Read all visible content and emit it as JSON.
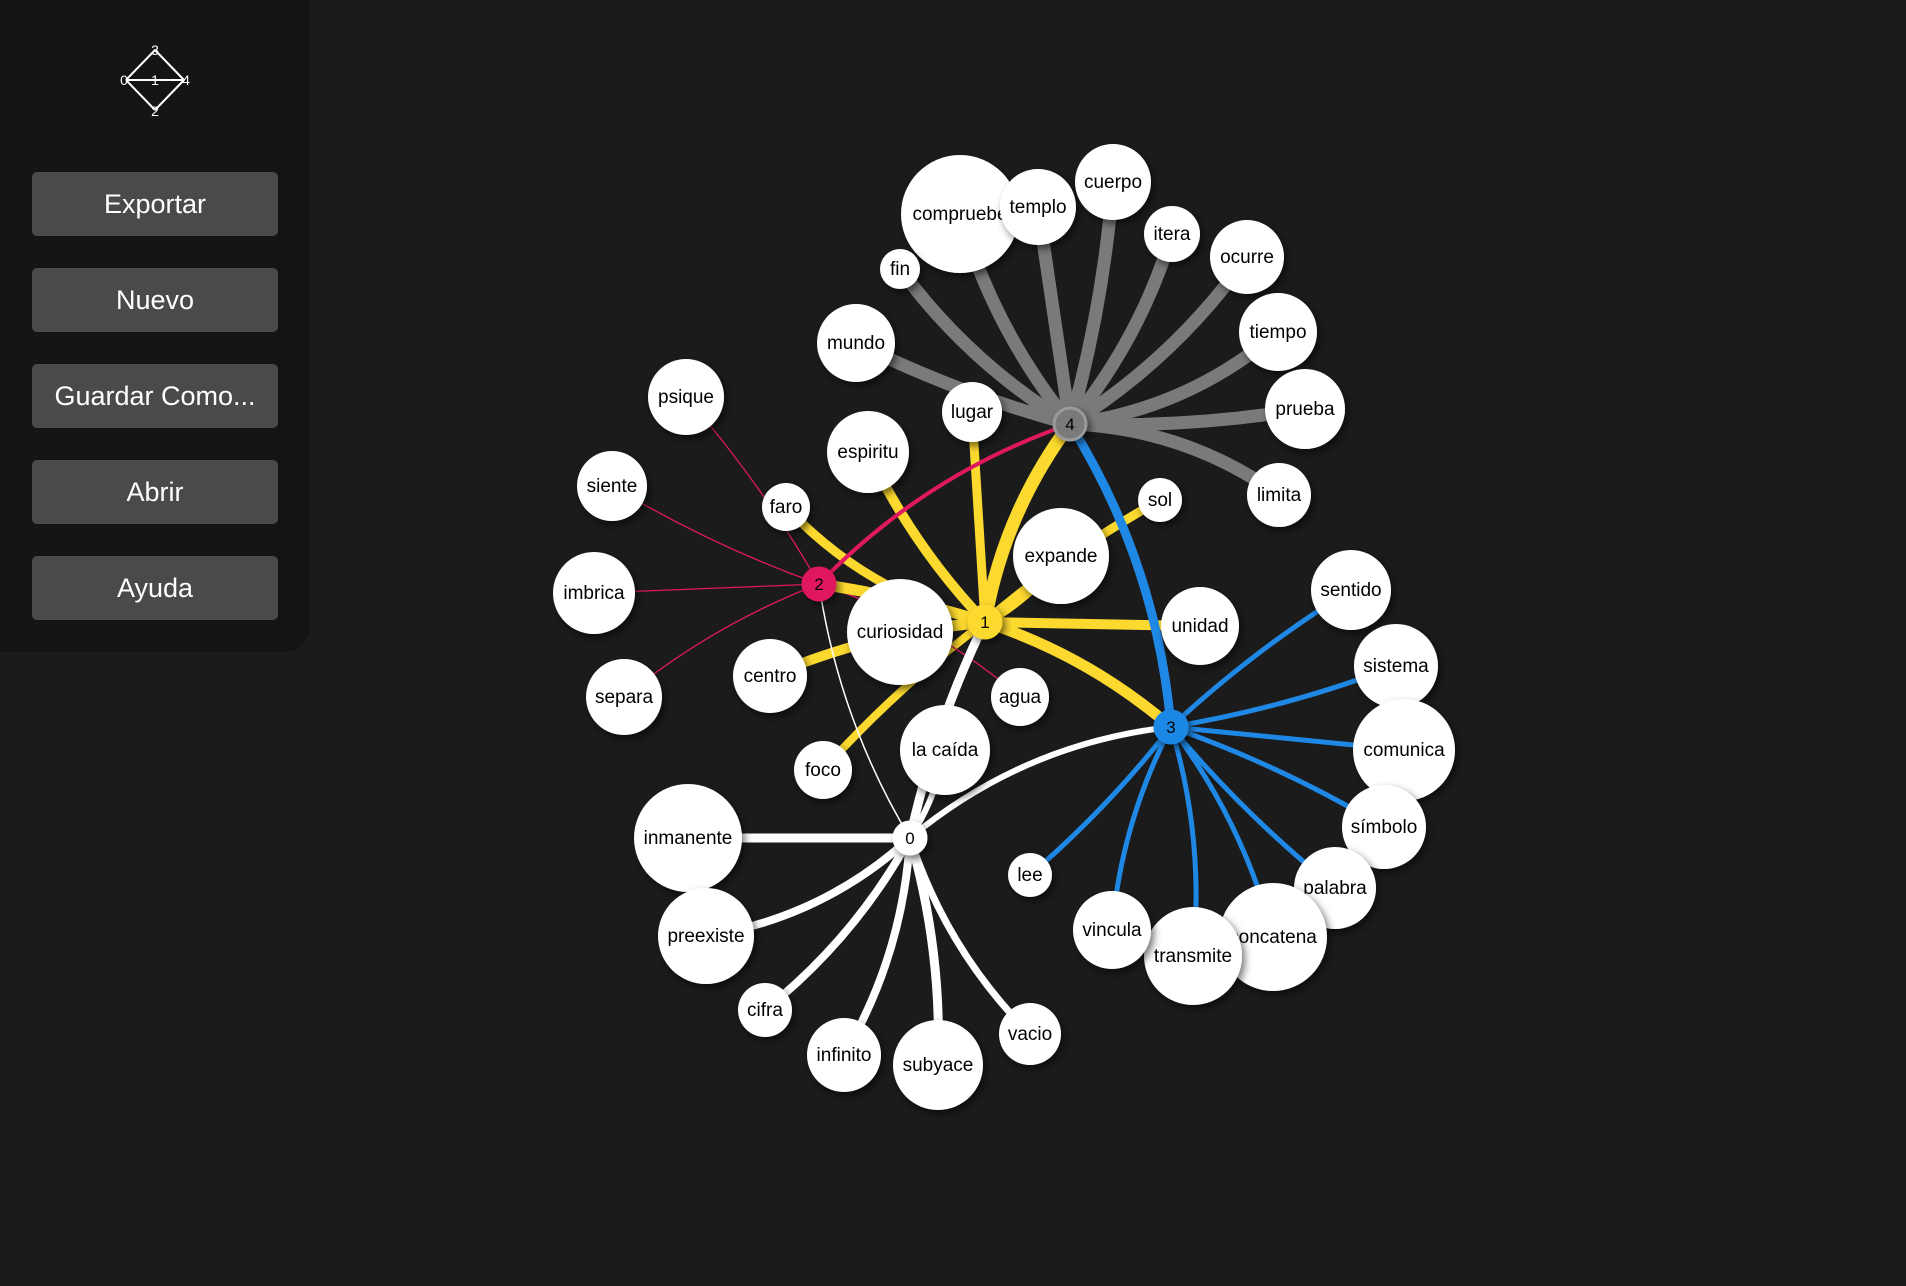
{
  "menu": {
    "export_label": "Exportar",
    "new_label": "Nuevo",
    "save_as_label": "Guardar Como...",
    "open_label": "Abrir",
    "help_label": "Ayuda"
  },
  "logo": {
    "labels": [
      "3",
      "0",
      "1",
      "4",
      "2"
    ]
  },
  "colors": {
    "background": "#1b1b1b",
    "sidebar": "#141414",
    "button": "#4a4a4a",
    "hub0": "#ffffff",
    "hub1": "#fbd92e",
    "hub2": "#e0195e",
    "hub3": "#1f88e5",
    "hub4": "#7a7a7a"
  },
  "hubs": [
    {
      "id": 0,
      "label": "0",
      "color": "#ffffff"
    },
    {
      "id": 1,
      "label": "1",
      "color": "#fbd92e"
    },
    {
      "id": 2,
      "label": "2",
      "color": "#e0195e"
    },
    {
      "id": 3,
      "label": "3",
      "color": "#1f88e5"
    },
    {
      "id": 4,
      "label": "4",
      "color": "#7a7a7a"
    }
  ],
  "words": [
    {
      "label": "inmanente",
      "hub": 0
    },
    {
      "label": "preexiste",
      "hub": 0
    },
    {
      "label": "cifra",
      "hub": 0
    },
    {
      "label": "infinito",
      "hub": 0
    },
    {
      "label": "subyace",
      "hub": 0
    },
    {
      "label": "vacio",
      "hub": 0
    },
    {
      "label": "la caída",
      "hub": 0
    },
    {
      "label": "curiosidad",
      "hub": 1
    },
    {
      "label": "centro",
      "hub": 1
    },
    {
      "label": "foco",
      "hub": 1
    },
    {
      "label": "faro",
      "hub": 1
    },
    {
      "label": "espiritu",
      "hub": 1
    },
    {
      "label": "lugar",
      "hub": 1
    },
    {
      "label": "expande",
      "hub": 1
    },
    {
      "label": "sol",
      "hub": 1
    },
    {
      "label": "unidad",
      "hub": 1
    },
    {
      "label": "psique",
      "hub": 2
    },
    {
      "label": "siente",
      "hub": 2
    },
    {
      "label": "imbrica",
      "hub": 2
    },
    {
      "label": "separa",
      "hub": 2
    },
    {
      "label": "agua",
      "hub": 2
    },
    {
      "label": "sentido",
      "hub": 3
    },
    {
      "label": "sistema",
      "hub": 3
    },
    {
      "label": "comunica",
      "hub": 3
    },
    {
      "label": "símbolo",
      "hub": 3
    },
    {
      "label": "palabra",
      "hub": 3
    },
    {
      "label": "concatena",
      "hub": 3
    },
    {
      "label": "transmite",
      "hub": 3
    },
    {
      "label": "vincula",
      "hub": 3
    },
    {
      "label": "lee",
      "hub": 3
    },
    {
      "label": "compruebe",
      "hub": 4
    },
    {
      "label": "templo",
      "hub": 4
    },
    {
      "label": "cuerpo",
      "hub": 4
    },
    {
      "label": "itera",
      "hub": 4
    },
    {
      "label": "ocurre",
      "hub": 4
    },
    {
      "label": "tiempo",
      "hub": 4
    },
    {
      "label": "prueba",
      "hub": 4
    },
    {
      "label": "limita",
      "hub": 4
    },
    {
      "label": "mundo",
      "hub": 4
    },
    {
      "label": "fin",
      "hub": 4
    }
  ],
  "hub_links": [
    {
      "from": 0,
      "to": 1
    },
    {
      "from": 0,
      "to": 2
    },
    {
      "from": 0,
      "to": 3
    },
    {
      "from": 1,
      "to": 2
    },
    {
      "from": 1,
      "to": 3
    },
    {
      "from": 1,
      "to": 4
    },
    {
      "from": 2,
      "to": 4
    },
    {
      "from": 3,
      "to": 4
    }
  ]
}
